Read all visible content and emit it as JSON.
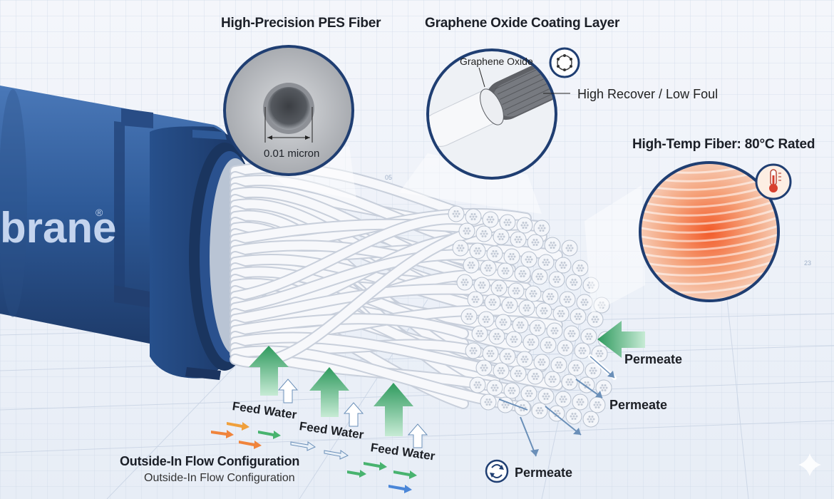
{
  "labels": {
    "pes_fiber_title": "High-Precision PES Fiber",
    "micron": "0.01 micron",
    "graphene_title": "Graphene Oxide Coating Layer",
    "graphene_oxide": "Graphene Oxide",
    "high_recover": "High Recover / Low Foul",
    "high_temp_title": "High-Temp Fiber: 80°C Rated",
    "brand_fragment": "brane",
    "brand_mark": "®",
    "feed_water": [
      "Feed Water",
      "Feed Water",
      "Feed Water"
    ],
    "permeate": [
      "Permeate",
      "Permeate",
      "Permeate"
    ],
    "flow_title": "Outside-In Flow Configuration",
    "flow_subtitle": "Outside-In Flow Configuration",
    "bg_numbers": [
      "05",
      "23"
    ]
  },
  "colors": {
    "housing": "#2f5a98",
    "housing_dark": "#1f3e72",
    "fiber": "#f4f6fa",
    "arrow_green": "#3aa56a",
    "arrow_light": "#dff2e8",
    "heat": "#f07a3a",
    "grid": "#c9d4e4"
  },
  "icons": [
    "thermometer-icon",
    "graphene-molecule-icon",
    "recycle-icon"
  ]
}
